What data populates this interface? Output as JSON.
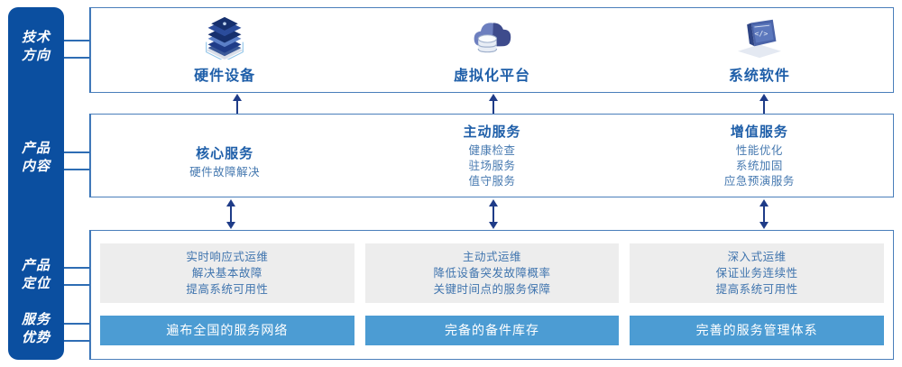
{
  "rail": {
    "labels": [
      {
        "name": "tech-direction",
        "line1": "技术",
        "line2": "方向"
      },
      {
        "name": "product-content",
        "line1": "产品",
        "line2": "内容"
      },
      {
        "name": "product-position",
        "line1": "产品",
        "line2": "定位"
      },
      {
        "name": "service-advantage",
        "line1": "服务",
        "line2": "优势"
      }
    ],
    "color": "#0B4FA0"
  },
  "technology": {
    "columns": [
      {
        "icon": "server-stack-icon",
        "label": "硬件设备"
      },
      {
        "icon": "cloud-database-icon",
        "label": "虚拟化平台"
      },
      {
        "icon": "laptop-code-icon",
        "label": "系统软件"
      }
    ]
  },
  "product_content": {
    "columns": [
      {
        "title": "核心服务",
        "items": [
          "硬件故障解决"
        ]
      },
      {
        "title": "主动服务",
        "items": [
          "健康检查",
          "驻场服务",
          "值守服务"
        ]
      },
      {
        "title": "增值服务",
        "items": [
          "性能优化",
          "系统加固",
          "应急预演服务"
        ]
      }
    ]
  },
  "product_position": {
    "cards": [
      {
        "lines": [
          "实时响应式运维",
          "解决基本故障",
          "提高系统可用性"
        ]
      },
      {
        "lines": [
          "主动式运维",
          "降低设备突发故障概率",
          "关键时间点的服务保障"
        ]
      },
      {
        "lines": [
          "深入式运维",
          "保证业务连续性",
          "提高系统可用性"
        ]
      }
    ]
  },
  "service_advantage": {
    "bars": [
      {
        "label": "遍布全国的服务网络"
      },
      {
        "label": "完备的备件库存"
      },
      {
        "label": "完善的服务管理体系"
      }
    ],
    "color": "#4C9CD3"
  },
  "colors": {
    "rail_blue": "#0B4FA0",
    "border_blue": "#4A7EBB",
    "connector_blue": "#2E6DB4",
    "title_blue": "#1F5FA9",
    "text_blue": "#4679B0",
    "gray_card": "#EDEDED",
    "bar_blue": "#4C9CD3"
  }
}
